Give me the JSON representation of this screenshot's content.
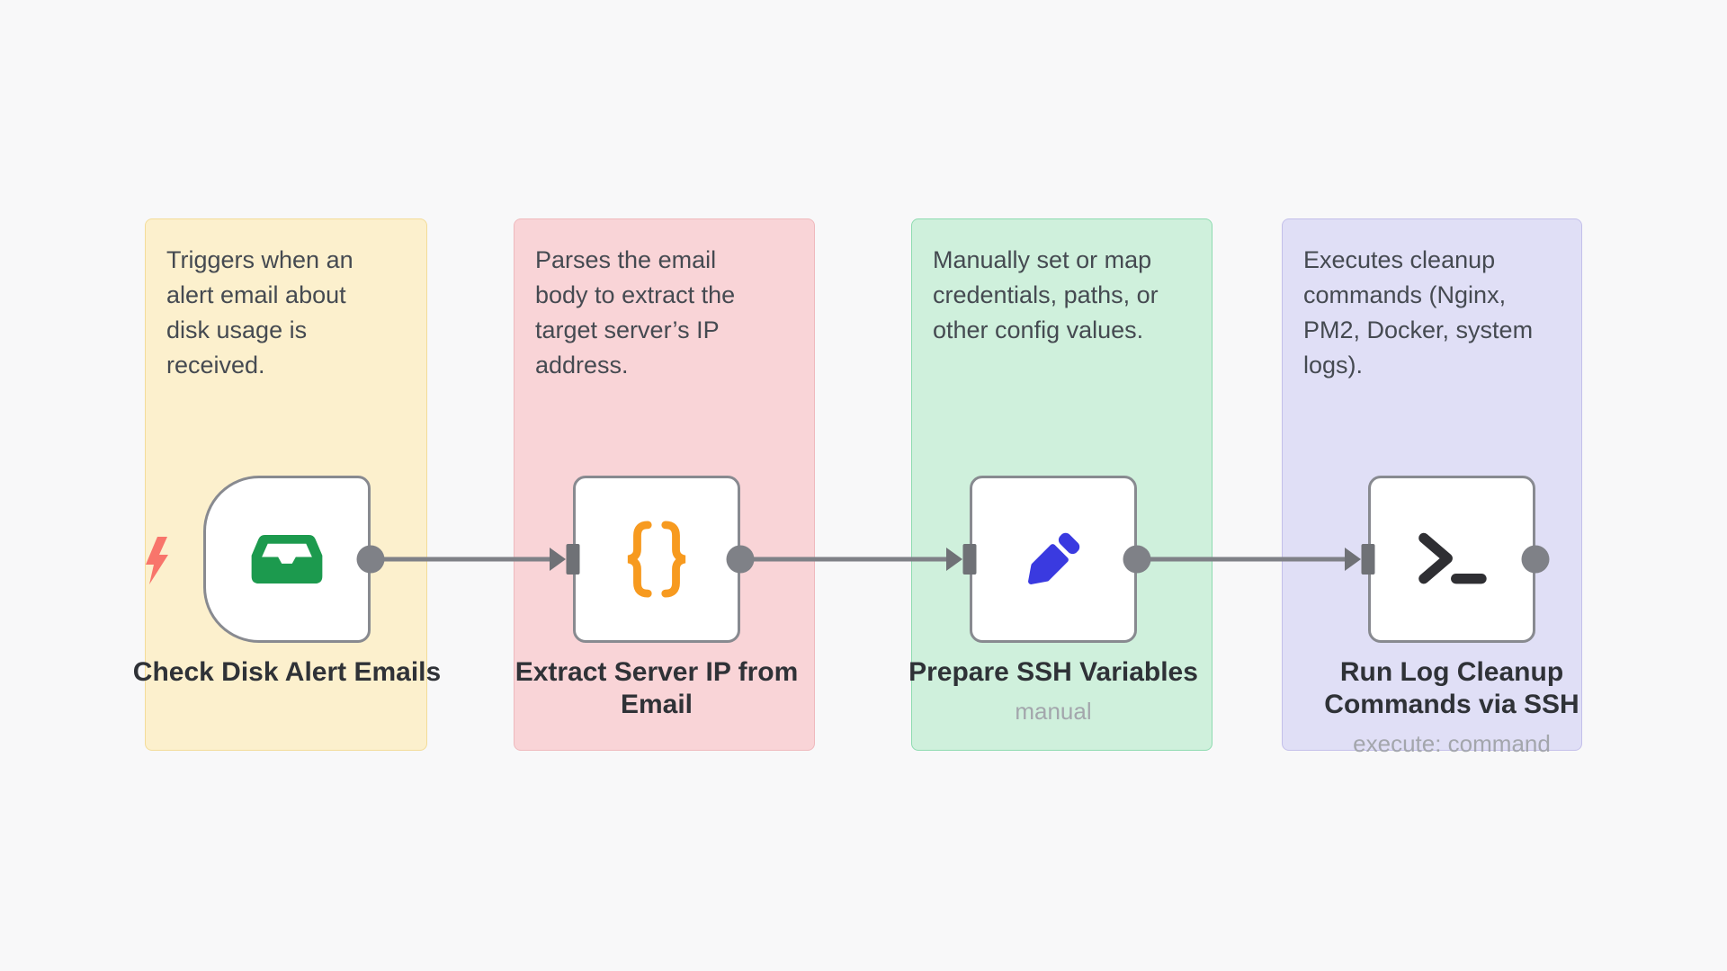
{
  "colors": {
    "canvas_bg": "#F8F8F9",
    "node_bg": "#FFFFFF",
    "node_border": "#888A90",
    "connector": "#7F8187",
    "input_port": "#6F7176",
    "label_text": "#2F3237",
    "sublabel_text": "#A3A6AC",
    "note_text": "#454A51",
    "trigger_bolt": "#F8756B",
    "inbox_icon": "#1C9A4E",
    "braces_icon": "#F79A1F",
    "pencil_icon": "#3A3AE0",
    "terminal_icon": "#2F2F33",
    "notes": [
      {
        "bg": "#FCF0CD",
        "border": "#F3DC99"
      },
      {
        "bg": "#F9D4D7",
        "border": "#EFB9BD"
      },
      {
        "bg": "#CFF0DC",
        "border": "#8EDBB0"
      },
      {
        "bg": "#E0DFF6",
        "border": "#C3BFEA"
      }
    ]
  },
  "notes": [
    {
      "text": "Triggers when an\nalert email about\ndisk usage is\nreceived."
    },
    {
      "text": "Parses the email\nbody to extract the\ntarget server’s IP\naddress."
    },
    {
      "text": "Manually set or map\ncredentials, paths, or\nother config values."
    },
    {
      "text": "Executes cleanup\ncommands (Nginx,\nPM2, Docker, system\nlogs)."
    }
  ],
  "nodes": [
    {
      "label": "Check Disk Alert Emails",
      "sublabel": "",
      "icon": "inbox-icon",
      "trigger": true
    },
    {
      "label": "Extract Server IP from\nEmail",
      "sublabel": "",
      "icon": "braces-icon",
      "trigger": false
    },
    {
      "label": "Prepare SSH Variables",
      "sublabel": "manual",
      "icon": "pencil-icon",
      "trigger": false
    },
    {
      "label": "Run Log Cleanup\nCommands via SSH",
      "sublabel": "execute: command",
      "icon": "terminal-icon",
      "trigger": false
    }
  ]
}
